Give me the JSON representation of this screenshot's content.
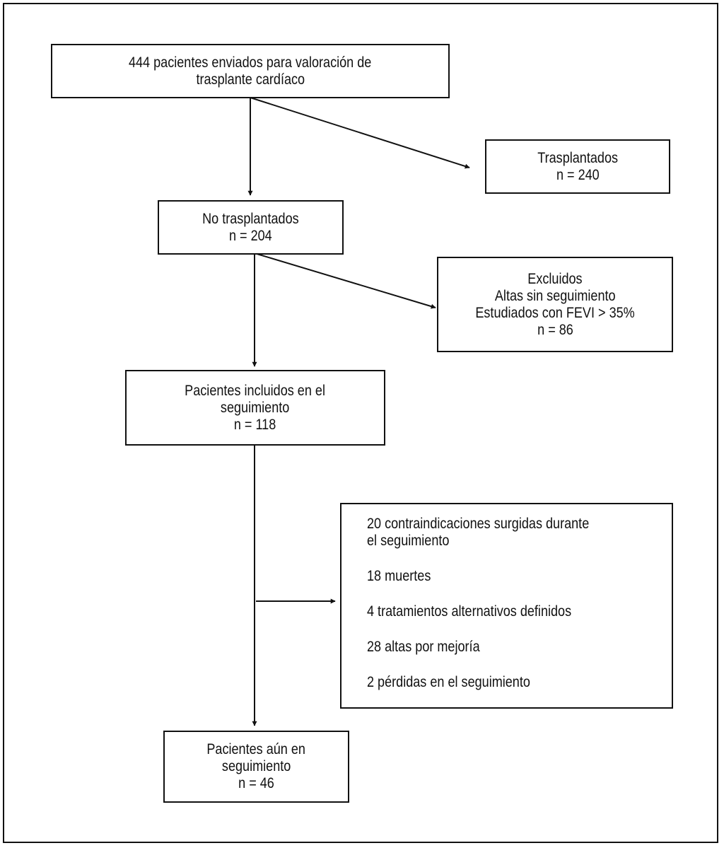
{
  "boxes": {
    "referred": [
      "444 pacientes enviados para valoración de",
      "trasplante cardíaco"
    ],
    "transplanted": [
      "Trasplantados",
      "n = 240"
    ],
    "not_transplanted": [
      "No trasplantados",
      "n = 204"
    ],
    "excluded": [
      "Excluidos",
      "Altas sin seguimiento",
      "Estudiados con FEVI > 35%",
      "n = 86"
    ],
    "included": [
      "Pacientes incluidos en el",
      "seguimiento",
      "n = 118"
    ],
    "outcomes": [
      "20 contraindicaciones surgidas durante",
      "el seguimiento",
      "18 muertes",
      "4 tratamientos alternativos definidos",
      "28 altas por mejoría",
      "2 pérdidas en el seguimiento"
    ],
    "still_followed": [
      "Pacientes aún en",
      "seguimiento",
      "n = 46"
    ]
  }
}
